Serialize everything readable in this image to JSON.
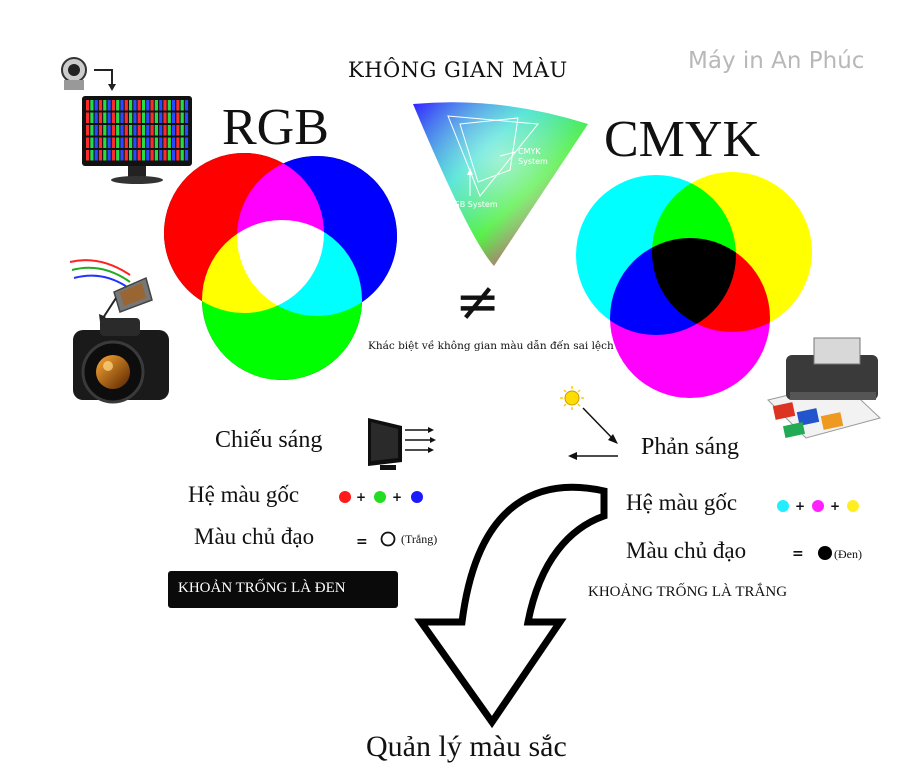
{
  "title": "KHÔNG GIAN MÀU",
  "watermark": "Máy in An Phúc",
  "rgb": {
    "label": "RGB",
    "circle_colors": [
      "#ff0000",
      "#00ff00",
      "#0000ff"
    ],
    "overlaps": {
      "red_green": "#ffff00",
      "red_blue": "#ff00ff",
      "green_blue": "#00ffff",
      "center": "#ffffff"
    },
    "emission": "Chiếu sáng",
    "base_label": "Hệ màu gốc",
    "base_dots": [
      "#ff1a1a",
      "#22dd22",
      "#1a1aff"
    ],
    "dominant_label": "Màu chủ đạo",
    "dominant_symbol": "=",
    "dominant_value": "(Trắng)",
    "empty_space": "KHOẢN TRỐNG LÀ ĐEN"
  },
  "cmyk": {
    "label": "CMYK",
    "circle_colors": [
      "#00ffff",
      "#ff00ff",
      "#ffff00"
    ],
    "overlaps": {
      "cyan_magenta": "#0000ff",
      "cyan_yellow": "#00ff00",
      "magenta_yellow": "#ff0000",
      "center": "#000000"
    },
    "reflection": "Phản sáng",
    "base_label": "Hệ màu gốc",
    "base_dots": [
      "#22eeff",
      "#ff22ff",
      "#ffee22"
    ],
    "dominant_label": "Màu chủ đạo",
    "dominant_symbol": "=",
    "dominant_value": "(Đen)",
    "empty_space": "KHOẢNG TRỐNG LÀ TRẮNG"
  },
  "plus": "+",
  "not_equal": "≠",
  "difference_note": "Khác biệt về không gian màu dẫn đến sai lệch",
  "gamut": {
    "cmyk_label_1": "CMYK",
    "cmyk_label_2": "System",
    "rgb_label": "RGB System"
  },
  "bottom_label": "Quản lý màu sắc",
  "icons": [
    "loupe-icon",
    "monitor-icon",
    "camera-icon",
    "printer-icon",
    "sun-icon",
    "screen-icon"
  ]
}
